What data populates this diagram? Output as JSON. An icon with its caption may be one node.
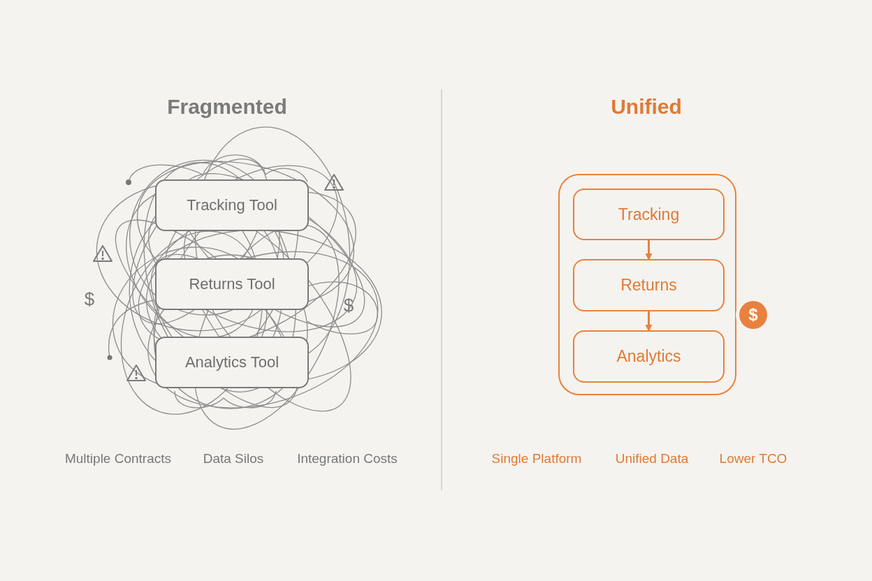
{
  "diagram": {
    "nodes": [
      {
        "text": [
          "Tracking Tool"
        ]
      },
      {
        "text": [
          "Returns Tool"
        ]
      },
      {
        "text": [
          "Analytics Tool"
        ]
      },
      {
        "text": [],
        "shape": "box"
      },
      {
        "text": [
          "Tracking"
        ],
        "in": 3
      },
      {
        "text": [
          "Returns"
        ],
        "in": 3
      },
      {
        "text": [
          "Analytics"
        ],
        "in": 3
      }
    ],
    "edges": [
      {
        "from": 4,
        "to": 5,
        "arrow": "to"
      },
      {
        "from": 5,
        "to": 6,
        "arrow": "to"
      }
    ],
    "labels": [
      "Fragmented",
      "Unified",
      "$",
      "$",
      "$",
      "Multiple Contracts",
      "Data Silos",
      "Integration Costs",
      "Single Platform",
      "Unified Data",
      "Lower TCO"
    ]
  }
}
